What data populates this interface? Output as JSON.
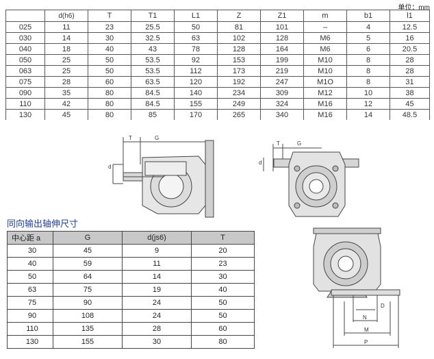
{
  "unit_label": "单位：mm",
  "top_table": {
    "headers": [
      "",
      "d(h6)",
      "T",
      "T1",
      "L1",
      "Z",
      "Z1",
      "m",
      "b1",
      "l1"
    ],
    "rows": [
      [
        "025",
        "11",
        "23",
        "25.5",
        "50",
        "81",
        "101",
        "–",
        "4",
        "12.5"
      ],
      [
        "030",
        "14",
        "30",
        "32.5",
        "63",
        "102",
        "128",
        "M6",
        "5",
        "16"
      ],
      [
        "040",
        "18",
        "40",
        "43",
        "78",
        "128",
        "164",
        "M6",
        "6",
        "20.5"
      ],
      [
        "050",
        "25",
        "50",
        "53.5",
        "92",
        "153",
        "199",
        "M10",
        "8",
        "28"
      ],
      [
        "063",
        "25",
        "50",
        "53.5",
        "112",
        "173",
        "219",
        "M10",
        "8",
        "28"
      ],
      [
        "075",
        "28",
        "60",
        "63.5",
        "120",
        "192",
        "247",
        "M1O",
        "8",
        "31"
      ],
      [
        "090",
        "35",
        "80",
        "84.5",
        "140",
        "234",
        "309",
        "M12",
        "10",
        "38"
      ],
      [
        "110",
        "42",
        "80",
        "84.5",
        "155",
        "249",
        "324",
        "M16",
        "12",
        "45"
      ],
      [
        "130",
        "45",
        "80",
        "85",
        "170",
        "265",
        "340",
        "M16",
        "14",
        "48.5"
      ]
    ]
  },
  "section_title": "同向输出轴伸尺寸",
  "bottom_table": {
    "headers": [
      "中心距 a",
      "G",
      "d(js6)",
      "T"
    ],
    "rows": [
      [
        "30",
        "45",
        "9",
        "20"
      ],
      [
        "40",
        "59",
        "11",
        "23"
      ],
      [
        "50",
        "64",
        "14",
        "30"
      ],
      [
        "63",
        "75",
        "19",
        "40"
      ],
      [
        "75",
        "90",
        "24",
        "50"
      ],
      [
        "90",
        "108",
        "24",
        "50"
      ],
      [
        "110",
        "135",
        "28",
        "60"
      ],
      [
        "130",
        "155",
        "30",
        "80"
      ]
    ]
  },
  "drawing_labels": {
    "left": {
      "t": "T",
      "g": "G",
      "d": "d"
    },
    "right": {
      "t": "T",
      "g": "G",
      "d": "d"
    },
    "bottom": {
      "d": "D",
      "n": "N",
      "m": "M",
      "p": "P"
    }
  }
}
